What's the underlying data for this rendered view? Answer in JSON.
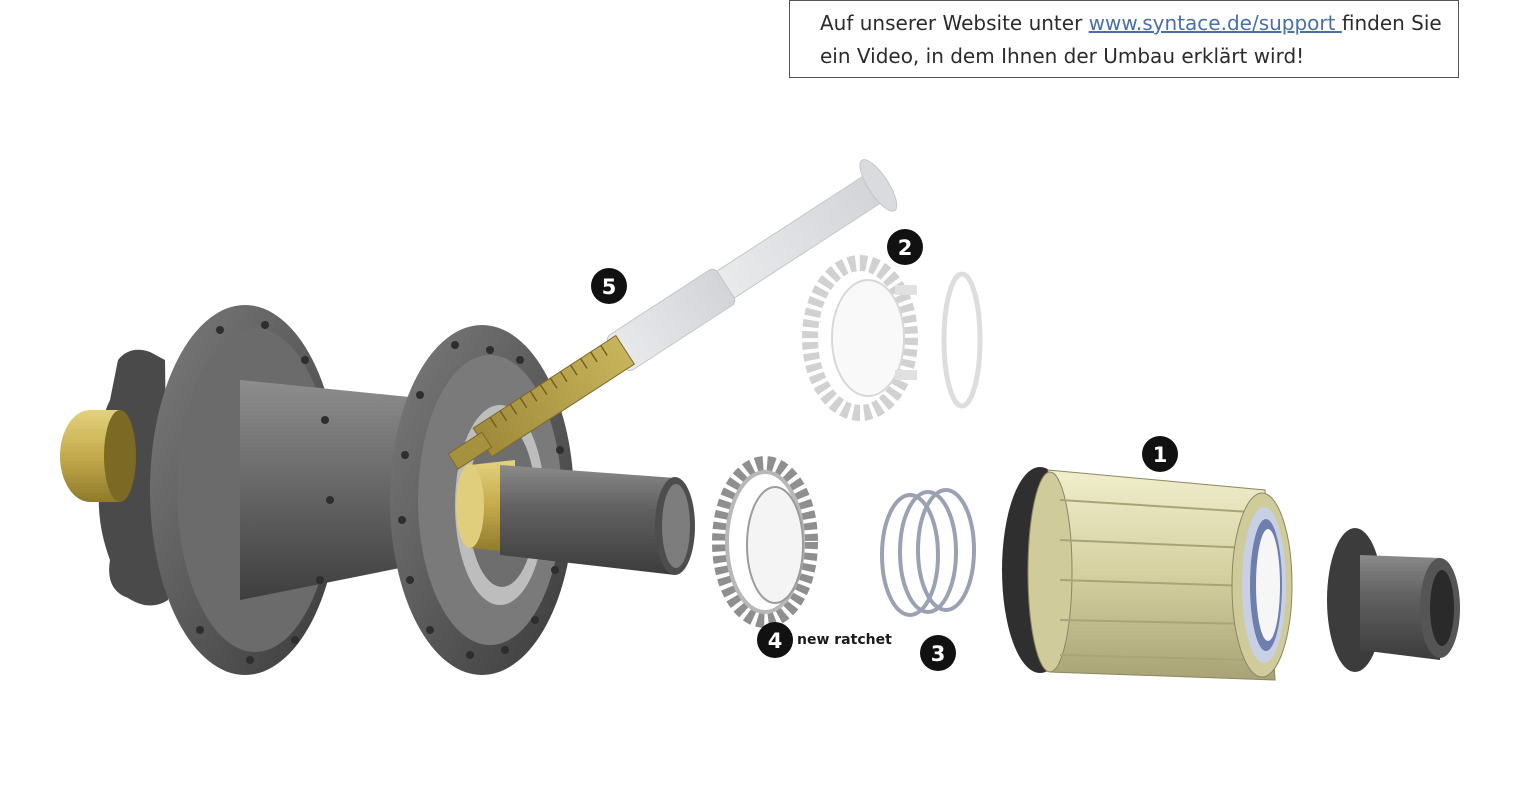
{
  "notice": {
    "text_before": "Auf unserer Website unter ",
    "link_text": "www.syntace.de/support ",
    "text_after_line1": "finden Sie",
    "line2": "ein Video, in dem Ihnen der Umbau erklärt wird!"
  },
  "callouts": [
    {
      "number": "1"
    },
    {
      "number": "2"
    },
    {
      "number": "3"
    },
    {
      "number": "4",
      "label": "new ratchet"
    },
    {
      "number": "5"
    }
  ],
  "colors": {
    "hub_gray": "#5e5e5e",
    "brass": "#c9b25a",
    "freehub_cream": "#dcd9b0",
    "callout_black": "#111111",
    "link_blue": "#4a6fa5"
  }
}
